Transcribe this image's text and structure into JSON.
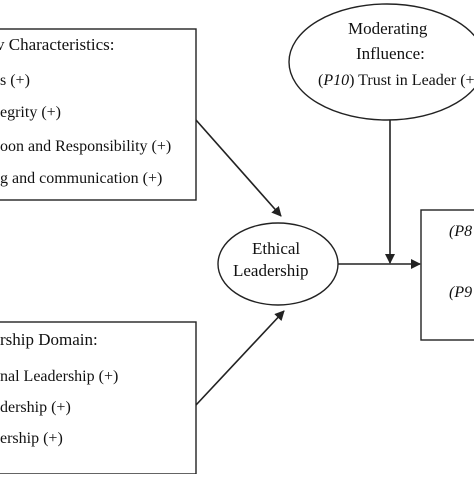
{
  "top_box": {
    "title": "v Characteristics:",
    "items": [
      "s (+)",
      "egrity (+)",
      "oon and Responsibility (+)",
      "g and communication (+)"
    ]
  },
  "bottom_box": {
    "title": "rship Domain:",
    "items": [
      "nal Leadership (+)",
      "dership (+)",
      "ership (+)"
    ]
  },
  "moderating": {
    "line1": "Moderating",
    "line2": "Influence:",
    "prop": "P10",
    "text": " Trust in Leader (+"
  },
  "center": {
    "line1": "Ethical",
    "line2": "Leadership"
  },
  "right_box": {
    "item1": "(P8",
    "item2": "(P9"
  }
}
